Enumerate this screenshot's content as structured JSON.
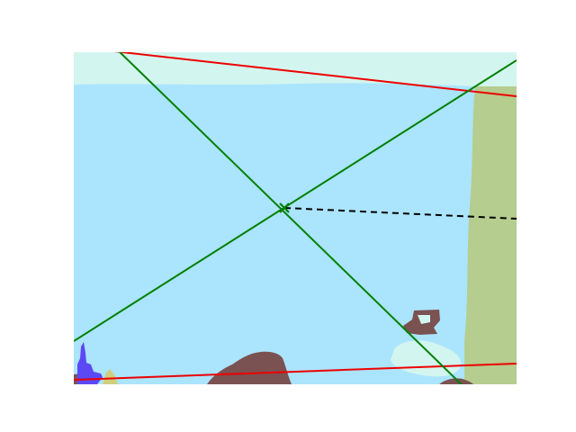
{
  "figure": {
    "kind": "segmentation-overlay",
    "axes_visible": false,
    "colors": {
      "background": "#ffffff",
      "sky": "#d3f5ef",
      "water": "#abe4fd",
      "shore": "#b5cd8e",
      "rock": "#7a5252",
      "figure_blue": "#5b49f5",
      "figure_yellow": "#cfcf7c",
      "foam": "#d3f5ef",
      "red_line": "#ee0000",
      "green_line": "#008000",
      "dashed_line": "#000000",
      "marker": "#008000"
    },
    "lines": [
      {
        "name": "red-horizon-line-top",
        "color": "red",
        "style": "solid"
      },
      {
        "name": "red-horizon-line-bottom",
        "color": "red",
        "style": "solid"
      },
      {
        "name": "green-diagonal-line-descending",
        "color": "green",
        "style": "solid"
      },
      {
        "name": "green-diagonal-line-ascending",
        "color": "green",
        "style": "solid"
      },
      {
        "name": "dashed-direction-line",
        "color": "black",
        "style": "dashed"
      }
    ],
    "marker": {
      "name": "vanishing-point-marker",
      "shape": "x",
      "color": "green"
    },
    "regions": [
      "sky",
      "water",
      "shore",
      "rocks",
      "figures"
    ]
  }
}
